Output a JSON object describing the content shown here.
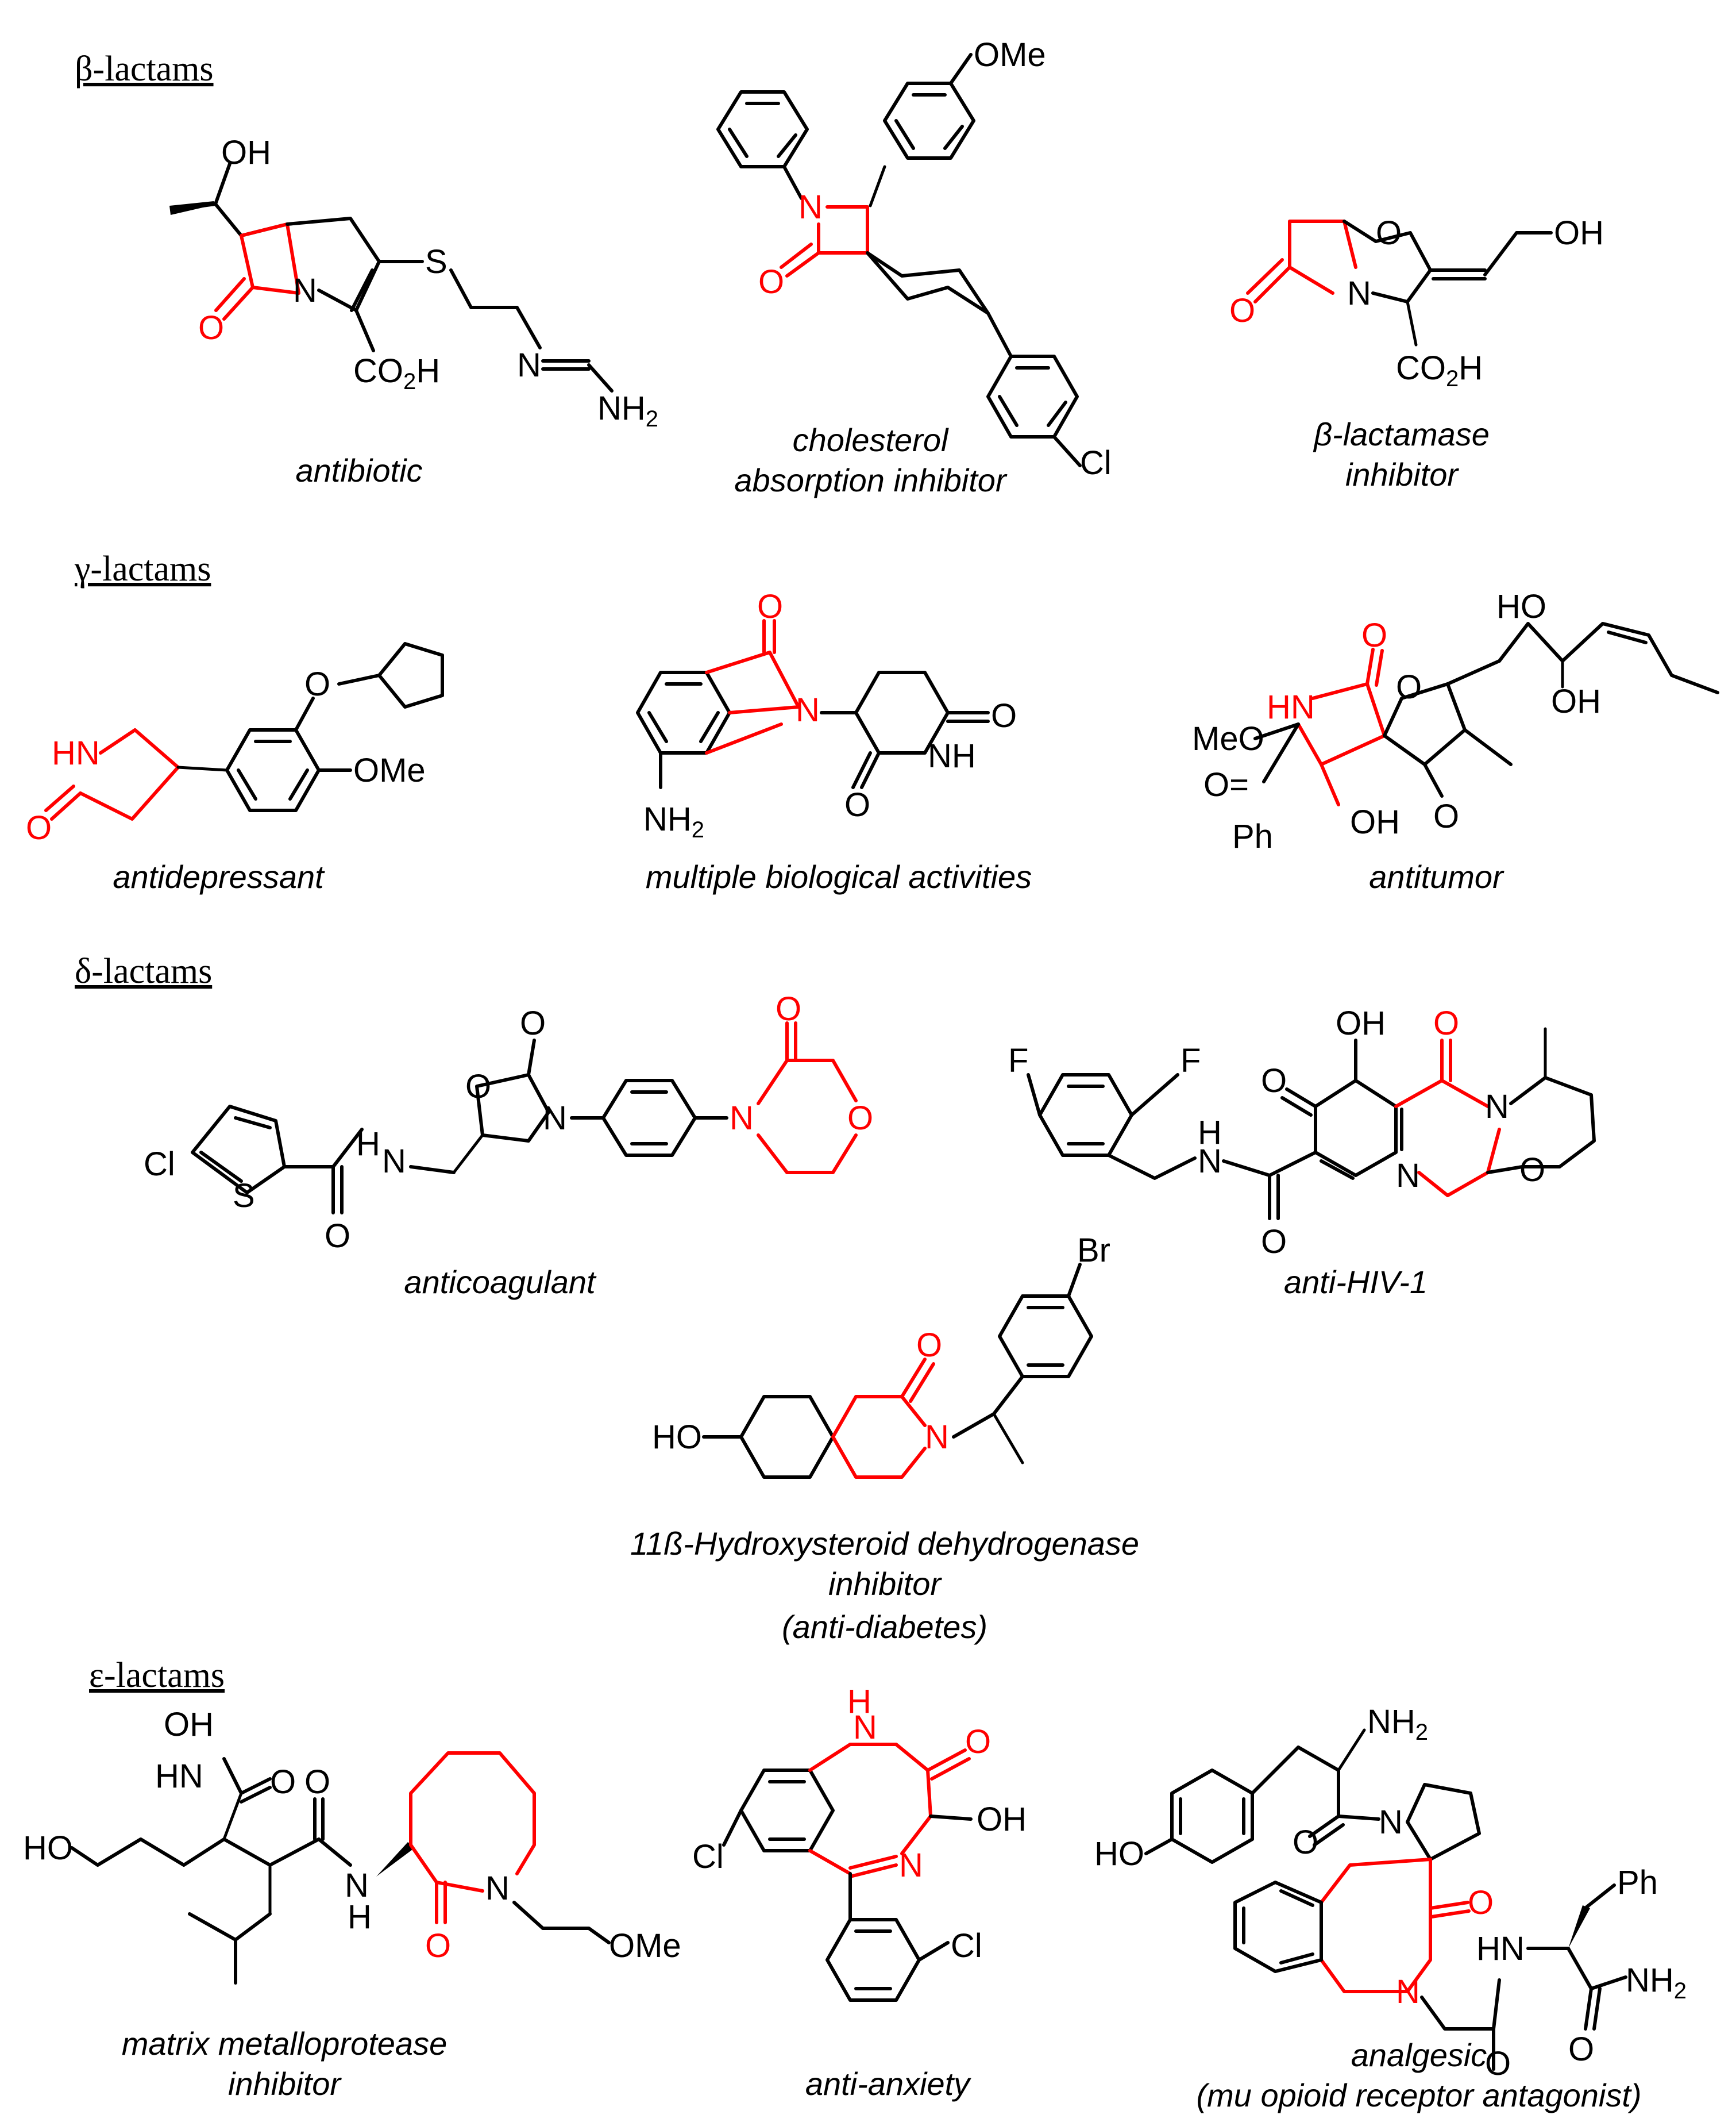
{
  "sections": {
    "beta": {
      "heading": "β-lactams",
      "captions": [
        "antibiotic",
        "cholesterol",
        "absorption inhibitor",
        "β-lactamase",
        "inhibitor"
      ]
    },
    "gamma": {
      "heading": "γ-lactams",
      "captions": [
        "antidepressant",
        "multiple biological activities",
        "antitumor"
      ]
    },
    "delta": {
      "heading": "δ-lactams",
      "captions": [
        "anticoagulant",
        "anti-HIV-1",
        "11ß-Hydroxysteroid dehydrogenase",
        "inhibitor",
        "(anti-diabetes)"
      ]
    },
    "epsilon": {
      "heading": "ε-lactams",
      "captions": [
        "matrix metalloprotease",
        "inhibitor",
        "anti-anxiety",
        "analgesic",
        "(mu opioid receptor antagonist)"
      ]
    }
  },
  "atoms": {
    "OH": "OH",
    "O": "O",
    "N": "N",
    "S": "S",
    "NH": "NH",
    "HN": "HN",
    "H": "H",
    "CO2H_a": "CO",
    "CO2H_b": "2",
    "CO2H_c": "H",
    "NH2_a": "NH",
    "NH2_b": "2",
    "OMe": "OMe",
    "MeO": "MeO",
    "Cl": "Cl",
    "F": "F",
    "Br": "Br",
    "HO": "HO",
    "Ph": "Ph",
    "O_eq": "O="
  },
  "colors": {
    "lactam_ring": "#ff0000",
    "structure": "#000000"
  }
}
